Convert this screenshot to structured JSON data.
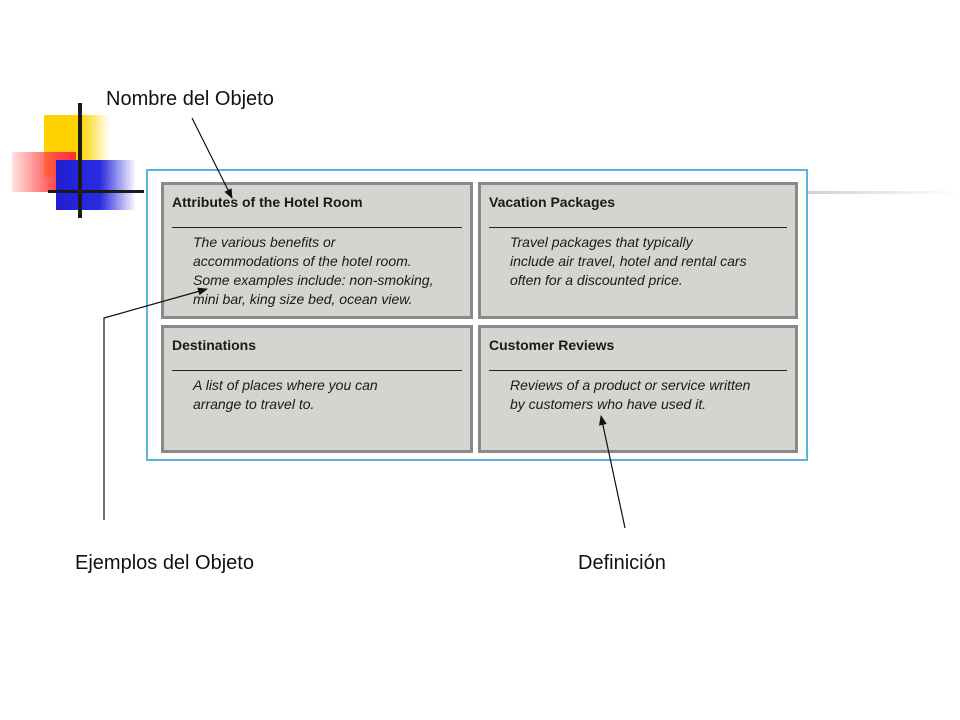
{
  "annotations": {
    "object_name": "Nombre del Objeto",
    "object_examples": "Ejemplos del Objeto",
    "definition": "Definición"
  },
  "cells": [
    {
      "title": "Attributes of the Hotel Room",
      "definition": "The various benefits or\naccommodations of the hotel room.\nSome examples include: non-smoking,\nmini bar, king size bed, ocean view."
    },
    {
      "title": "Vacation Packages",
      "definition": "Travel packages that typically\ninclude air travel, hotel and rental cars\noften for a discounted price."
    },
    {
      "title": "Destinations",
      "definition": "A list of places where you can\narrange to travel to."
    },
    {
      "title": "Customer Reviews",
      "definition": "Reviews of a product or service written\nby customers who have used it."
    }
  ],
  "colors": {
    "frame_border": "#5ab4e0",
    "cell_fill": "#d3d5d0",
    "cell_border": "#8a8a8a",
    "deco_yellow": "#ffd200",
    "deco_red": "#ff4646",
    "deco_blue": "#2a2ae0"
  }
}
